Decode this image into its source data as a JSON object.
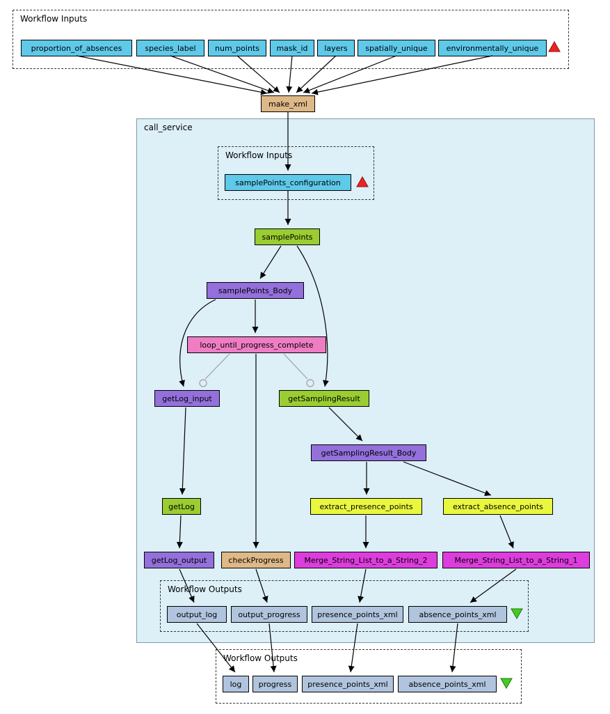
{
  "groups": {
    "top_inputs_label": "Workflow Inputs",
    "call_service_label": "call_service",
    "inner_inputs_label": "Workflow Inputs",
    "inner_outputs_label": "Workflow Outputs",
    "bottom_outputs_label": "Workflow Outputs"
  },
  "nodes": {
    "proportion_of_absences": "proportion_of_absences",
    "species_label": "species_label",
    "num_points": "num_points",
    "mask_id": "mask_id",
    "layers": "layers",
    "spatially_unique": "spatially_unique",
    "environmentally_unique": "environmentally_unique",
    "make_xml": "make_xml",
    "samplePoints_configuration": "samplePoints_configuration",
    "samplePoints": "samplePoints",
    "samplePoints_Body": "samplePoints_Body",
    "loop_until_progress_complete": "loop_until_progress_complete",
    "getLog_input": "getLog_input",
    "getSamplingResult": "getSamplingResult",
    "getSamplingResult_Body": "getSamplingResult_Body",
    "getLog": "getLog",
    "extract_presence_points": "extract_presence_points",
    "extract_absence_points": "extract_absence_points",
    "getLog_output": "getLog_output",
    "checkProgress": "checkProgress",
    "merge_2": "Merge_String_List_to_a_String_2",
    "merge_1": "Merge_String_List_to_a_String_1",
    "output_log": "output_log",
    "output_progress": "output_progress",
    "presence_points_xml_inner": "presence_points_xml",
    "absence_points_xml_inner": "absence_points_xml",
    "log": "log",
    "progress": "progress",
    "presence_points_xml_outer": "presence_points_xml",
    "absence_points_xml_outer": "absence_points_xml"
  },
  "icons": {
    "input_port": "red-up-triangle",
    "output_port": "green-down-triangle"
  },
  "colors": {
    "workflow_input_box": "#5fc9e9",
    "workflow_output_box": "#b0c4de",
    "service_tan": "#deb887",
    "service_green": "#9acd32",
    "service_purple": "#9370db",
    "service_pink": "#ee7dc4",
    "service_yellow": "#e9f73f",
    "service_magenta": "#dd3ddd",
    "nested_workflow_bg": "#ddeff7",
    "input_port_triangle": "#ee2222",
    "output_port_triangle": "#44cc22"
  }
}
